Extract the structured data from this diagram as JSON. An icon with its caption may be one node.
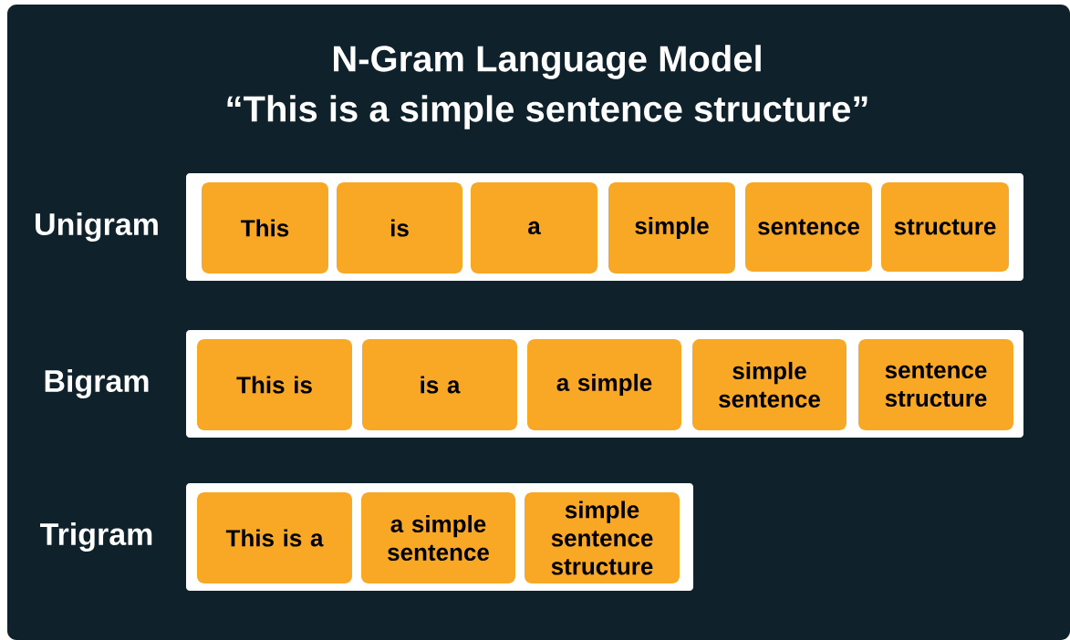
{
  "diagram": {
    "title": "N-Gram Language Model",
    "nodes": [
      {
        "text": [
          "Unigram"
        ]
      },
      {
        "text": [
          "This"
        ],
        "in": 0
      },
      {
        "text": [
          "is"
        ],
        "in": 0
      },
      {
        "text": [
          "a"
        ],
        "in": 0
      },
      {
        "text": [
          "simple"
        ],
        "in": 0
      },
      {
        "text": [
          "sentence"
        ],
        "in": 0
      },
      {
        "text": [
          "structure"
        ],
        "in": 0
      },
      {
        "text": [
          "Bigram"
        ]
      },
      {
        "text": [
          "This is"
        ],
        "in": 7
      },
      {
        "text": [
          "is a"
        ],
        "in": 7
      },
      {
        "text": [
          "a simple"
        ],
        "in": 7
      },
      {
        "text": [
          "simple sentence"
        ],
        "in": 7
      },
      {
        "text": [
          "sentence structure"
        ],
        "in": 7
      },
      {
        "text": [
          "Trigram"
        ]
      },
      {
        "text": [
          "This is a"
        ],
        "in": 13
      },
      {
        "text": [
          "a simple sentence"
        ],
        "in": 13
      },
      {
        "text": [
          "simple sentence structure"
        ],
        "in": 13
      }
    ],
    "labels": [
      "“This is a simple sentence structure”"
    ]
  }
}
